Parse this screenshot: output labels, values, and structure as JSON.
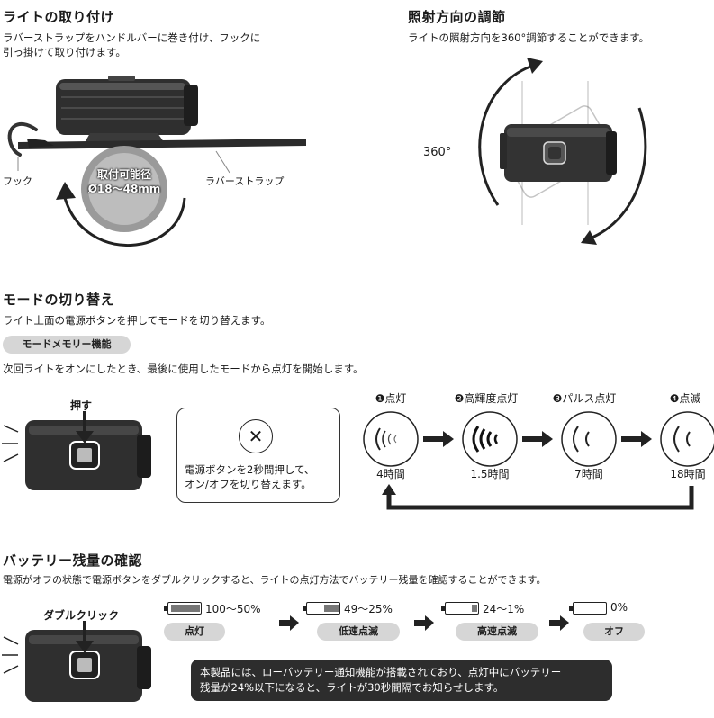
{
  "mount": {
    "title": "ライトの取り付け",
    "desc_line1": "ラバーストラップをハンドルバーに巻き付け、フックに",
    "desc_line2": "引っ掛けて取り付けます。",
    "hook_label": "フック",
    "strap_label": "ラバーストラップ",
    "diameter_line1": "取付可能径",
    "diameter_line2": "Ø18～48mm"
  },
  "angle": {
    "title": "照射方向の調節",
    "desc": "ライトの照射方向を360°調節することができます。",
    "degree_label": "360°"
  },
  "mode": {
    "title": "モードの切り替え",
    "desc": "ライト上面の電源ボタンを押してモードを切り替えます。",
    "memory_badge": "モードメモリー機能",
    "memory_desc": "次回ライトをオンにしたとき、最後に使用したモードから点灯を開始します。",
    "press_label": "押す",
    "power_note_line1": "電源ボタンを2秒間押して、",
    "power_note_line2": "オン/オフを切り替えます。",
    "modes": [
      {
        "title": "❶点灯",
        "time": "4時間"
      },
      {
        "title": "❷高輝度点灯",
        "time": "1.5時間"
      },
      {
        "title": "❸パルス点灯",
        "time": "7時間"
      },
      {
        "title": "❹点滅",
        "time": "18時間"
      }
    ]
  },
  "battery": {
    "title": "バッテリー残量の確認",
    "desc": "電源がオフの状態で電源ボタンをダブルクリックすると、ライトの点灯方法でバッテリー残量を確認することができます。",
    "double_click_label": "ダブルクリック",
    "levels": [
      {
        "range": "100～50%",
        "state": "点灯",
        "fill": 1.0
      },
      {
        "range": "49～25%",
        "state": "低速点滅",
        "fill": 0.5
      },
      {
        "range": "24～1%",
        "state": "高速点滅",
        "fill": 0.2
      },
      {
        "range": "0%",
        "state": "オフ",
        "fill": 0.0
      }
    ],
    "notice_line1": "本製品には、ローバッテリー通知機能が搭載されており、点灯中にバッテリー",
    "notice_line2": "残量が24%以下になると、ライトが30秒間隔でお知らせします。"
  }
}
